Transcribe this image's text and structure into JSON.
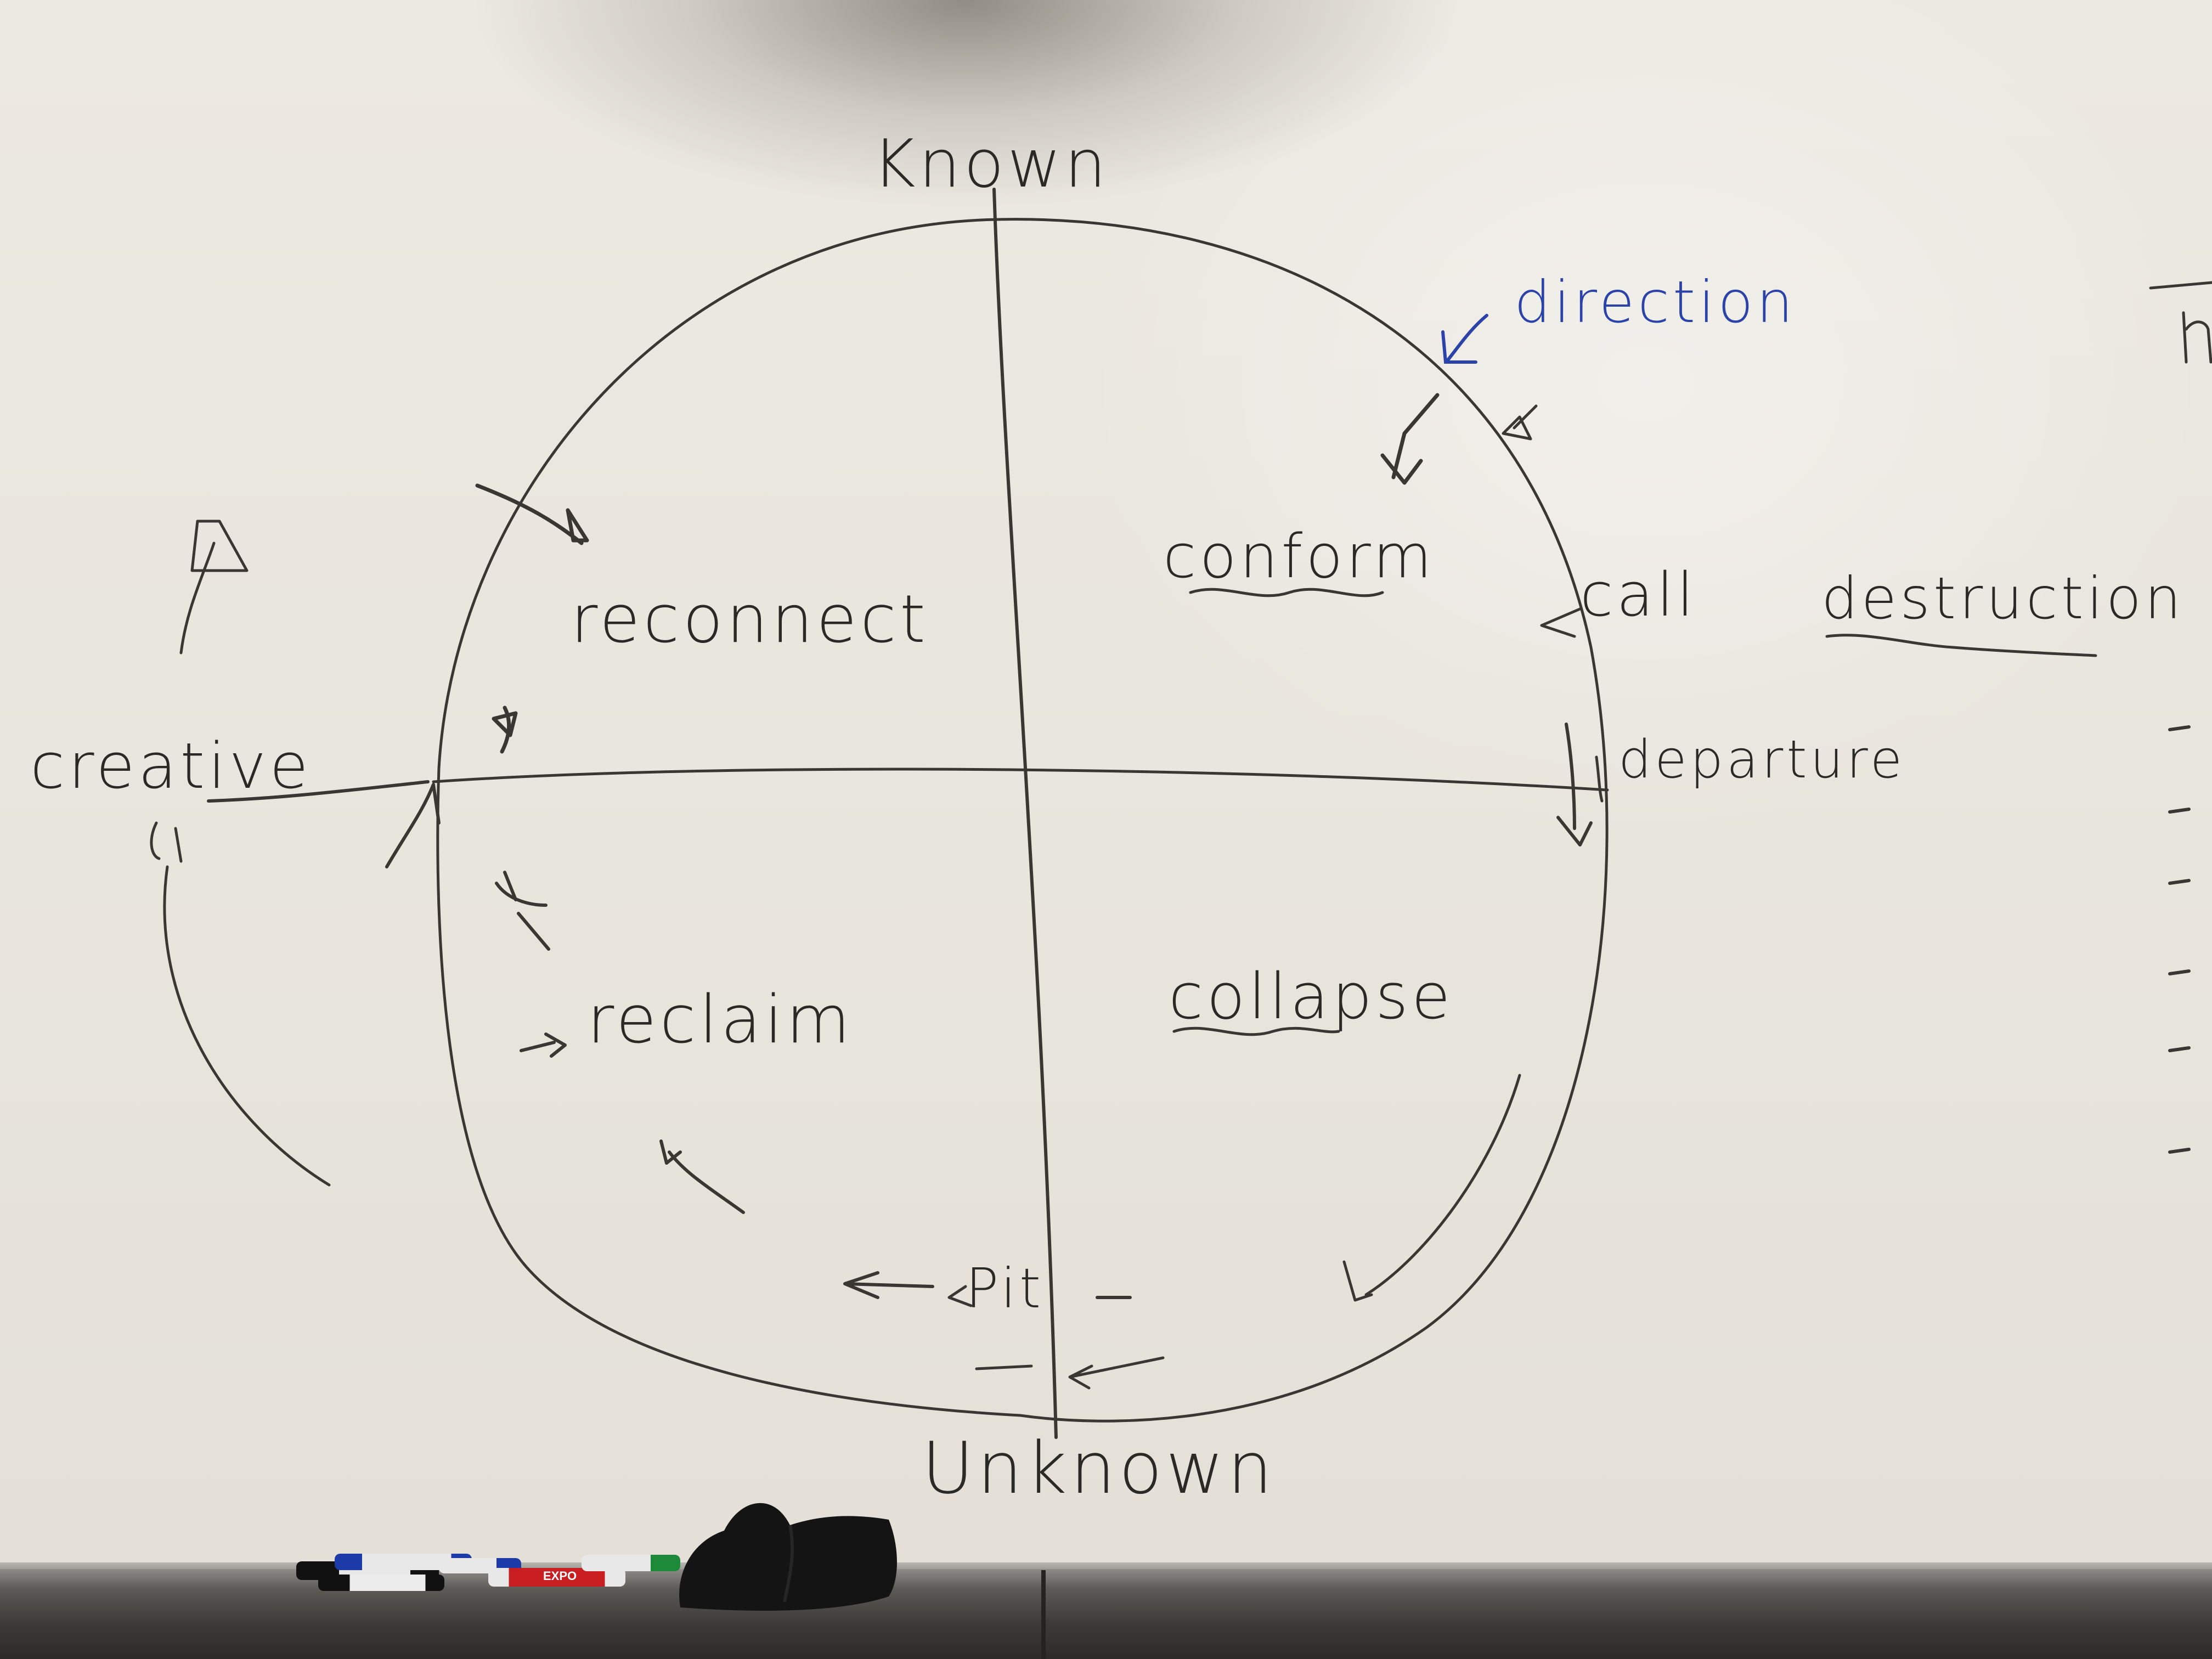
{
  "whiteboard": {
    "axis_top_label": "Known",
    "axis_bottom_label": "Unknown",
    "quadrant_top_left": "reconnect",
    "quadrant_top_right": "conform",
    "quadrant_bottom_left": "reclaim",
    "quadrant_bottom_right": "collapse",
    "left_label": "creative",
    "right_label": "departure",
    "call_label": "call",
    "pit_label": "Pit",
    "direction_note": "direction",
    "destruction_label": "destruction"
  },
  "marker_brand": "EXPO",
  "colors": {
    "ink_black": "#2b2925",
    "ink_blue": "#2b42a8",
    "board": "#e9e6df"
  }
}
